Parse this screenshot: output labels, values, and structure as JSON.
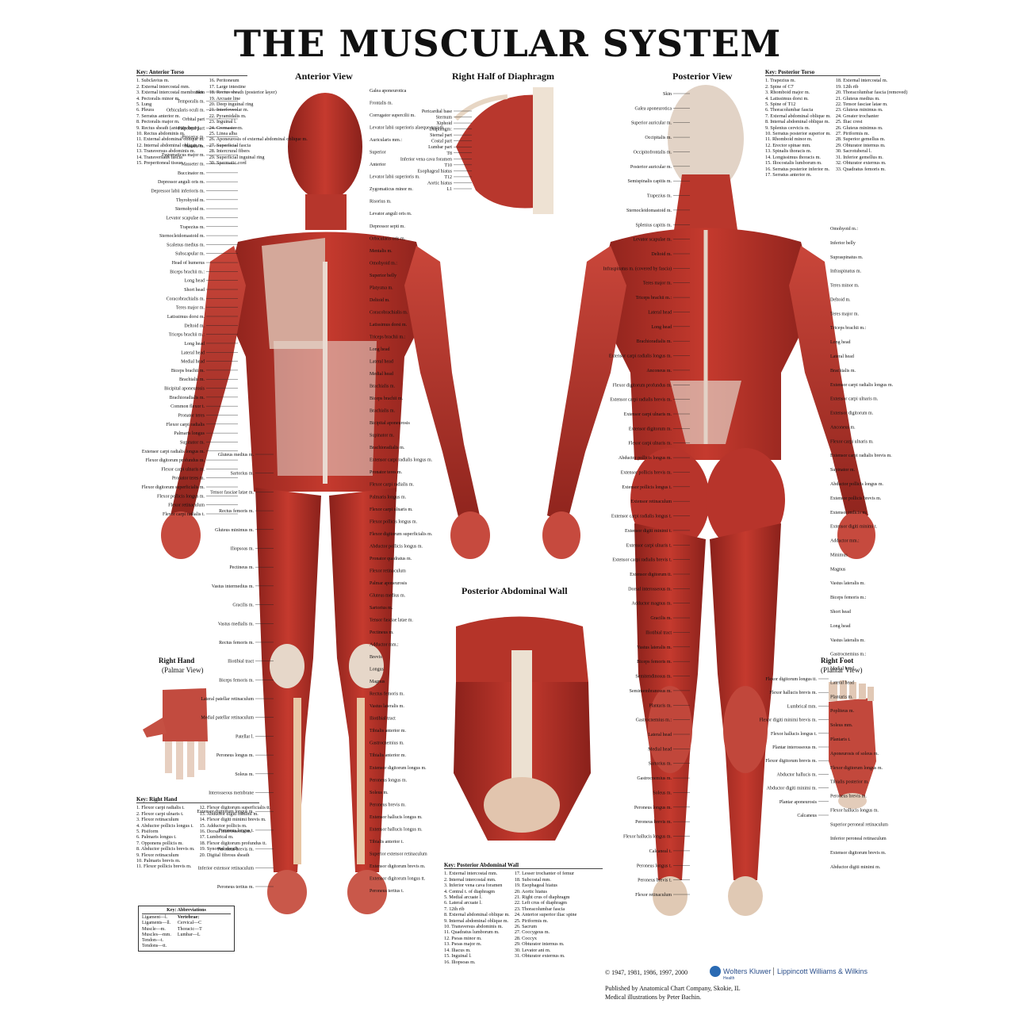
{
  "title": "THE MUSCULAR SYSTEM",
  "sections": {
    "anterior": "Anterior View",
    "diaphragm": "Right Half of Diaphragm",
    "posterior": "Posterior View",
    "abdominal": "Posterior Abdominal Wall",
    "hand": "Right Hand",
    "hand_sub": "(Palmar View)",
    "foot": "Right Foot",
    "foot_sub": "(Plantar View)"
  },
  "key_anterior": {
    "title": "Key: Anterior Torso",
    "col1": [
      "1. Subclavius m.",
      "2. External intercostal mm.",
      "3. External intercostal membranes",
      "4. Pectoralis minor m.",
      "5. Lung",
      "6. Pleura",
      "7. Serratus anterior m.",
      "8. Pectoralis major m.",
      "9. Rectus sheath (anterior layer)",
      "10. Rectus abdominis m.",
      "11. External abdominal oblique m.",
      "12. Internal abdominal oblique m.",
      "13. Transversus abdominis m.",
      "14. Transversalis fascia",
      "15. Preperitoneal tissue"
    ],
    "col2": [
      "16. Peritoneum",
      "17. Large intestine",
      "18. Rectus sheath (posterior layer)",
      "19. Arcuate line",
      "20. Deep inguinal ring",
      "21. Interfoveolar m.",
      "22. Pyramidalis m.",
      "23. Inguinal l.",
      "24. Cremaster m.",
      "25. Linea alba",
      "26. Aponeurosis of external abdominal oblique m.",
      "27. Superficial fascia",
      "28. Intercrural fibers",
      "29. Superficial inguinal ring",
      "30. Spermatic cord"
    ]
  },
  "key_posterior": {
    "title": "Key: Posterior Torso",
    "col1": [
      "1. Trapezius m.",
      "2. Spine of C7",
      "3. Rhomboid major m.",
      "4. Latissimus dorsi m.",
      "5. Spine of T12",
      "6. Thoracolumbar fascia",
      "7. External abdominal oblique m.",
      "8. Internal abdominal oblique m.",
      "9. Splenius cervicis m.",
      "10. Serratus posterior superior m.",
      "11. Rhomboid minor m.",
      "12. Erector spinae mm.",
      "13. Spinalis thoracis m.",
      "14. Longissimus thoracis m.",
      "15. Iliocostalis lumborum m.",
      "16. Serratus posterior inferior m.",
      "17. Serratus anterior m."
    ],
    "col2": [
      "18. External intercostal m.",
      "19. 12th rib",
      "20. Thoracolumbar fascia (removed)",
      "21. Gluteus medius m.",
      "22. Tensor fasciae latae m.",
      "23. Gluteus minimus m.",
      "24. Greater trochanter",
      "25. Iliac crest",
      "26. Gluteus minimus m.",
      "27. Piriformis m.",
      "28. Superior gemellus m.",
      "29. Obturator internus m.",
      "30. Sacrotuberal l.",
      "31. Inferior gemellus m.",
      "32. Obturator externus m.",
      "33. Quadratus femoris m."
    ]
  },
  "key_hand": {
    "title": "Key: Right Hand",
    "col1": [
      "1. Flexor carpi radialis t.",
      "2. Flexor carpi ulnaris t.",
      "3. Flexor retinaculum",
      "4. Abductor pollicis longus t.",
      "5. Pisiform",
      "6. Palmaris longus t.",
      "7. Opponens pollicis m.",
      "8. Abductor pollicis brevis m.",
      "9. Flexor retinaculum",
      "10. Palmaris brevis m.",
      "11. Flexor pollicis brevis m."
    ],
    "col2": [
      "12. Flexor digitorum superficialis tt.",
      "13. Abductor digiti minimi m.",
      "14. Flexor digiti minimi brevis m.",
      "15. Adductor pollicis m.",
      "16. Dorsal interosseous m.",
      "17. Lumbrical m.",
      "18. Flexor digitorum profundus tt.",
      "19. Synovial sheath",
      "20. Digital fibrous sheath"
    ]
  },
  "key_abdominal": {
    "title": "Key: Posterior Abdominal Wall",
    "col1": [
      "1. External intercostal mm.",
      "2. Internal intercostal mm.",
      "3. Inferior vena cava foramen",
      "4. Central t. of diaphragm",
      "5. Medial arcuate l.",
      "6. Lateral arcuate l.",
      "7. 12th rib",
      "8. External abdominal oblique m.",
      "9. Internal abdominal oblique m.",
      "10. Transversus abdominis m.",
      "11. Quadratus lumborum m.",
      "12. Psoas minor m.",
      "13. Psoas major m.",
      "14. Iliacus m.",
      "15. Inguinal l.",
      "16. Iliopsoas m."
    ],
    "col2": [
      "17. Lesser trochanter of femur",
      "18. Subcostal mm.",
      "19. Esophageal hiatus",
      "20. Aortic hiatus",
      "21. Right crus of diaphragm",
      "22. Left crus of diaphragm",
      "23. Thoracolumbar fascia",
      "24. Anterior superior iliac spine",
      "25. Piriformis m.",
      "26. Sacrum",
      "27. Coccygeus m.",
      "28. Coccyx",
      "29. Obturator internus m.",
      "30. Levator ani m.",
      "31. Obturator externus m."
    ]
  },
  "abbreviations": {
    "title": "Key: Abbreviations",
    "col1": [
      "Ligament—l.",
      "Ligaments—ll.",
      "Muscle—m.",
      "Muscles—mm.",
      "Tendon—t.",
      "Tendons—tt."
    ],
    "col2_head": "Vertebrae:",
    "col2": [
      "Cervical—C",
      "Thoracic—T",
      "Lumbar—L"
    ]
  },
  "labels": {
    "ant_left": [
      "Skin",
      "Temporalis m.",
      "Orbicularis oculi m.",
      "Orbital part",
      "Palpebral part",
      "Procerus m.",
      "Nasalis m.",
      "Zygomaticus major m.",
      "Masseter m.",
      "Buccinator m.",
      "Depressor anguli oris m.",
      "Depressor labii inferioris m.",
      "Thyrohyoid m.",
      "Sternohyoid m.",
      "Levator scapulae m.",
      "Trapezius m.",
      "Sternocleidomastoid m.",
      "Scalenus medius m.",
      "Subscapular m.",
      "Head of humerus",
      "Biceps brachii m.:",
      "Long head",
      "Short head",
      "Coracobrachialis m.",
      "Teres major m.",
      "Latissimus dorsi m.",
      "Deltoid m.",
      "Triceps brachii m.:",
      "Long head",
      "Lateral head",
      "Medial head",
      "Biceps brachii m.",
      "Brachialis m.",
      "Bicipital aponeurosis",
      "Brachioradialis m.",
      "Common flexor t.",
      "Pronator teres",
      "Flexor carpi radialis",
      "Palmaris longus",
      "Supinator m.",
      "Extensor carpi radialis longus m.",
      "Flexor digitorum profundus m.",
      "Flexor carpi ulnaris m.",
      "Pronator teres m.",
      "Flexor digitorum superficialis m.",
      "Flexor pollicis longus m.",
      "Flexor retinaculum",
      "Flexor carpi radialis t."
    ],
    "ant_mid": [
      "Gluteus medius m.",
      "Sartorius m.",
      "Tensor fasciae latae m.",
      "Rectus femoris m.",
      "Gluteus minimus m.",
      "Iliopsoas m.",
      "Pectineus m.",
      "Vastus intermedius m.",
      "Gracilis m.",
      "Vastus medialis m.",
      "Rectus femoris m.",
      "Iliotibial tract",
      "Biceps femoris m.",
      "Lateral patellar retinaculum",
      "Medial patellar retinaculum",
      "Patellar l.",
      "Peroneus longus m.",
      "Soleus m.",
      "Interosseous membrane",
      "Extensor digitorum longus m.",
      "Peroneus longus t.",
      "Peroneus brevis m.",
      "Inferior extensor retinaculum",
      "Peroneus tertius m."
    ],
    "ant_right": [
      "Galea aponeurotica",
      "Frontalis m.",
      "Corrugator supercilii m.",
      "Levator labii superioris alaeque nasi m.",
      "Auricularis mm.:",
      "Superior",
      "Anterior",
      "Levator labii superioris m.",
      "Zygomaticus minor m.",
      "Risorius m.",
      "Levator anguli oris m.",
      "Depressor septi m.",
      "Orbicularis oris m.",
      "Mentalis m.",
      "Omohyoid m.:",
      "Superior belly",
      "Platysma m.",
      "Deltoid m.",
      "Coracobrachialis m.",
      "Latissimus dorsi m.",
      "Triceps brachii m.:",
      "Long head",
      "Lateral head",
      "Medial head",
      "Brachialis m.",
      "Biceps brachii m.",
      "Brachialis m.",
      "Bicipital aponeurosis",
      "Supinator m.",
      "Brachioradialis m.",
      "Extensor carpi radialis longus m.",
      "Pronator teres m.",
      "Flexor carpi radialis m.",
      "Palmaris longus m.",
      "Flexor carpi ulnaris m.",
      "Flexor pollicis longus m.",
      "Flexor digitorum superficialis m.",
      "Abductor pollicis longus m.",
      "Pronator quadratus m.",
      "Flexor retinaculum",
      "Palmar aponeurosis",
      "Gluteus medius m.",
      "Sartorius m.",
      "Tensor fasciae latae m.",
      "Pectineus m.",
      "Adductor mm.:",
      "Brevis",
      "Longus",
      "Magnus",
      "Rectus femoris m.",
      "Vastus lateralis m.",
      "Iliotibial tract",
      "Tibialis anterior m.",
      "Gastrocnemius m.",
      "Tibialis anterior m.",
      "Extensor digitorum longus m.",
      "Peroneus longus m.",
      "Soleus m.",
      "Peroneus brevis m.",
      "Extensor hallucis longus m.",
      "Extensor hallucis longus m.",
      "Tibialis anterior t.",
      "Superior extensor retinaculum",
      "Extensor digitorum brevis m.",
      "Extensor digitorum longus tt.",
      "Peroneus tertius t."
    ],
    "diaphragm": [
      "Pericardial base",
      "Sternum",
      "Xiphoid",
      "Diaphragm:",
      "Sternal part",
      "Costal part",
      "Lumbar part",
      "T8",
      "Inferior vena cava foramen",
      "T10",
      "Esophageal hiatus",
      "T12",
      "Aortic hiatus",
      "L1"
    ],
    "post_left": [
      "Skin",
      "Galea aponeurotica",
      "Superior auricular m.",
      "Occipitalis m.",
      "Occipitofrontalis m.",
      "Posterior auricular m.",
      "Semispinalis capitis m.",
      "Trapezius m.",
      "Sternocleidomastoid m.",
      "Splenius capitis m.",
      "Levator scapulae m.",
      "Deltoid m.",
      "Infraspinatus m. (covered by fascia)",
      "Teres major m.",
      "Triceps brachii m.:",
      "Lateral head",
      "Long head",
      "Brachioradialis m.",
      "Extensor carpi radialis longus m.",
      "Anconeus m.",
      "Flexor digitorum profundus m.",
      "Extensor carpi radialis brevis m.",
      "Extensor carpi ulnaris m.",
      "Extensor digitorum m.",
      "Flexor carpi ulnaris m.",
      "Abductor pollicis longus m.",
      "Extensor pollicis brevis m.",
      "Extensor pollicis longus t.",
      "Extensor retinaculum",
      "Extensor carpi radialis longus t.",
      "Extensor digiti minimi t.",
      "Extensor carpi ulnaris t.",
      "Extensor carpi radialis brevis t.",
      "Extensor digitorum tt.",
      "Dorsal interosseous m.",
      "Adductor magnus m.",
      "Gracilis m.",
      "Iliotibial tract",
      "Vastus lateralis m.",
      "Biceps femoris m.",
      "Semitendinosus m.",
      "Semimembranosus m.",
      "Plantaris m.",
      "Gastrocnemius m.:",
      "Lateral head",
      "Medial head",
      "Sartorius m.",
      "Gastrocnemius m.",
      "Soleus m.",
      "Peroneus longus m.",
      "Peroneus brevis m.",
      "Flexor hallucis longus m.",
      "Calcaneal t.",
      "Peroneus longus t.",
      "Peroneus brevis t.",
      "Flexor retinaculum"
    ],
    "post_right": [
      "Omohyoid m.:",
      "Inferior belly",
      "Supraspinatus m.",
      "Infraspinatus m.",
      "Teres minor m.",
      "Deltoid m.",
      "Teres major m.",
      "Triceps brachii m.:",
      "Long head",
      "Lateral head",
      "Brachialis m.",
      "Extensor carpi radialis longus m.",
      "Extensor carpi ulnaris m.",
      "Extensor digitorum m.",
      "Anconeus m.",
      "Flexor carpi ulnaris m.",
      "Extensor carpi radialis brevis m.",
      "Supinator m.",
      "Abductor pollicis longus m.",
      "Extensor pollicis brevis m.",
      "Extensor indicis m.",
      "Extensor digiti minimi t.",
      "Adductor mm.:",
      "Minimus",
      "Magnus",
      "Vastus lateralis m.",
      "Biceps femoris m.:",
      "Short head",
      "Long head",
      "Vastus lateralis m.",
      "Gastrocnemius m.:",
      "Medial head",
      "Lateral head",
      "Plantaris m.",
      "Popliteus m.",
      "Soleus mm.",
      "Plantaris t.",
      "Aponeurosis of soleus m.",
      "Flexor digitorum longus m.",
      "Tibialis posterior m.",
      "Peroneus brevis m.",
      "Flexor hallucis longus m.",
      "Superior peroneal retinaculum",
      "Inferior peroneal retinaculum",
      "Extensor digitorum brevis m.",
      "Abductor digiti minimi m."
    ],
    "foot": [
      "Flexor digitorum longus tt.",
      "Flexor hallucis brevis m.",
      "Lumbrical mm.",
      "Flexor digiti minimi brevis m.",
      "Flexor hallucis longus t.",
      "Plantar interosseous m.",
      "Flexor digitorum brevis m.",
      "Abductor hallucis m.",
      "Abductor digiti minimi m.",
      "Plantar aponeurosis",
      "Calcaneus"
    ]
  },
  "footer": {
    "copyright": "© 1947, 1981, 1986, 1997, 2000",
    "brand1": "Wolters Kluwer",
    "brand_sub": "Health",
    "brand2": "Lippincott Williams & Wilkins",
    "published": "Published by Anatomical Chart Company, Skokie, IL",
    "illustrations": "Medical illustrations by Peter Bachin."
  },
  "colors": {
    "muscle": "#b8322a",
    "muscle_dark": "#7e1c17",
    "tendon": "#e3d6c8",
    "bone": "#efe6d8",
    "skin": "#d9b79a"
  }
}
